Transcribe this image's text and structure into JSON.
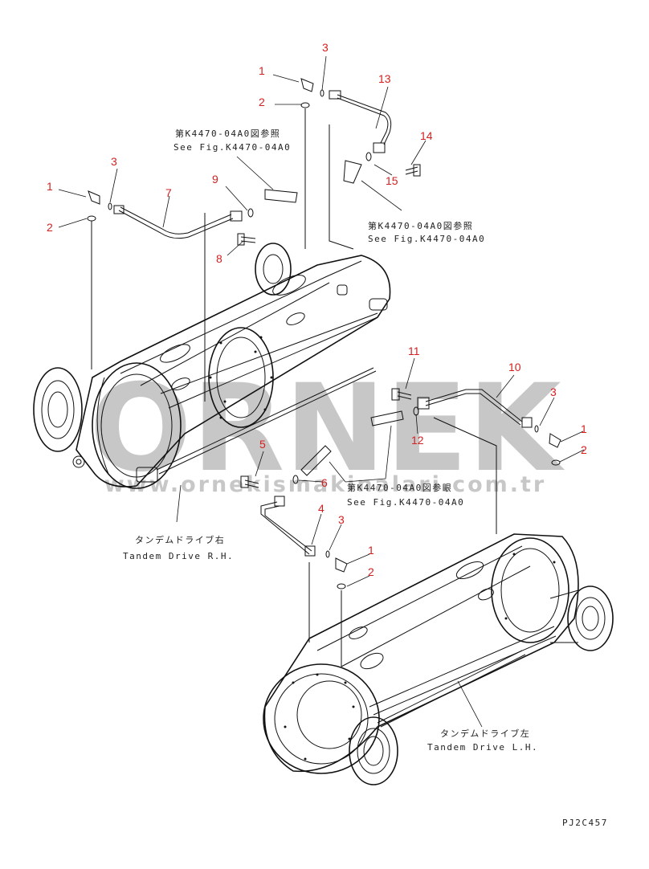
{
  "colors": {
    "part_number": "#d42020",
    "line": "#111111",
    "watermark": "#9a9a9a"
  },
  "watermark": {
    "brand": "ORNEK",
    "url": "www.ornekismakinalari.com.tr"
  },
  "drawing_code": "PJ2C457",
  "fig_ref": {
    "jp": "第K4470-04A0図参照",
    "en": "See Fig.K4470-04A0",
    "jp_alt": "第K4470-04A0図参眼"
  },
  "assemblies": {
    "rh": {
      "jp": "タンデムドライブ右",
      "en": "Tandem Drive R.H."
    },
    "lh": {
      "jp": "タンデムドライブ左",
      "en": "Tandem Drive L.H."
    }
  },
  "callouts": {
    "top_1": "1",
    "top_2": "2",
    "top_3": "3",
    "top_13": "13",
    "top_14": "14",
    "top_15": "15",
    "left_1": "1",
    "left_2": "2",
    "left_3": "3",
    "left_7": "7",
    "left_8": "8",
    "left_9": "9",
    "right_10": "10",
    "right_11": "11",
    "right_12": "12",
    "right_3": "3",
    "right_1": "1",
    "right_2": "2",
    "mid_5": "5",
    "mid_6": "6",
    "mid_4": "4",
    "mid_3": "3",
    "mid_1": "1",
    "mid_2": "2"
  }
}
